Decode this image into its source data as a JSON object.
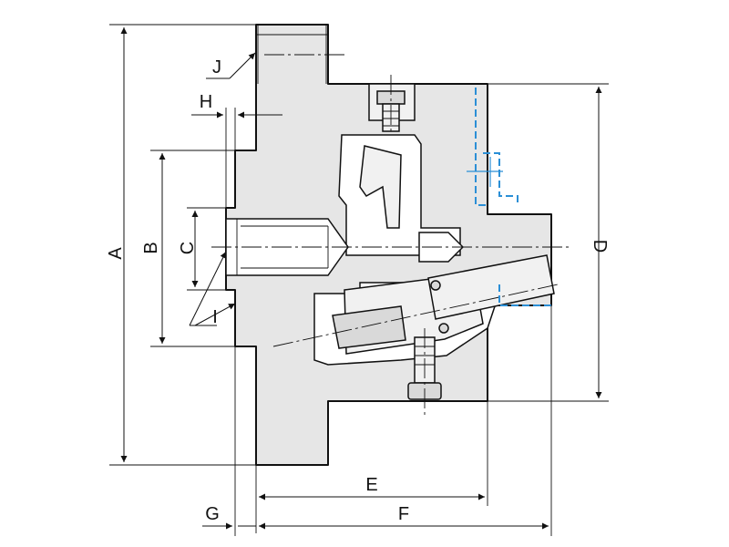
{
  "diagram": {
    "labels": {
      "a": "A",
      "b": "B",
      "c": "C",
      "d": "D",
      "e": "E",
      "f": "F",
      "g": "G",
      "h": "H",
      "i": "I",
      "j": "J"
    },
    "colors": {
      "body_fill": "#e6e6e6",
      "outline": "#111111",
      "hidden_line": "#2b8fd6"
    }
  }
}
